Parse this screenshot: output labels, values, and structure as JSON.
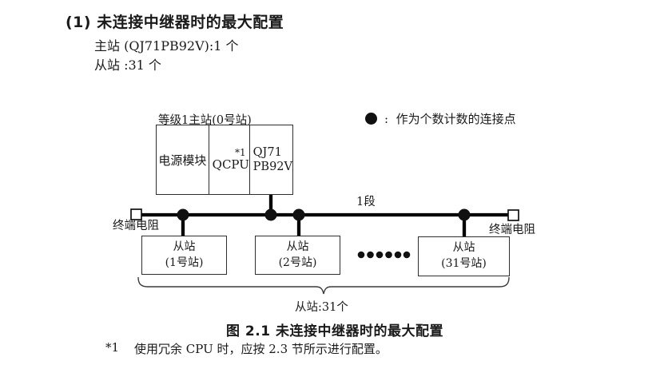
{
  "heading": {
    "title": "(1) 未连接中继器时的最大配置",
    "master_count_line": "主站 (QJ71PB92V):1 个",
    "slave_count_line": "从站 :31 个"
  },
  "diagram": {
    "master_label": "等级1主站(0号站)",
    "master_modules": {
      "power": "电源模块",
      "cpu": "QCPU",
      "cpu_note_ref": "*1",
      "network_line1": "QJ71",
      "network_line2": "PB92V"
    },
    "legend": {
      "text": ":  作为个数计数的连接点"
    },
    "segment_label": "1段",
    "terminator_left": "终端电阻",
    "terminator_right": "终端电阻",
    "slaves": [
      {
        "name": "从站",
        "station": "(1号站)"
      },
      {
        "name": "从站",
        "station": "(2号站)"
      },
      {
        "name": "从站",
        "station": "(31号站)"
      }
    ],
    "brace_label": "从站:31个"
  },
  "caption": "图 2.1 未连接中继器时的最大配置",
  "footnote": {
    "marker": "*1",
    "text": "使用冗余 CPU 时，应按 2.3 节所示进行配置。"
  },
  "colors": {
    "ink": "#1a1a1a",
    "line": "#000000",
    "box_border": "#2e2e2e",
    "background": "#ffffff"
  }
}
